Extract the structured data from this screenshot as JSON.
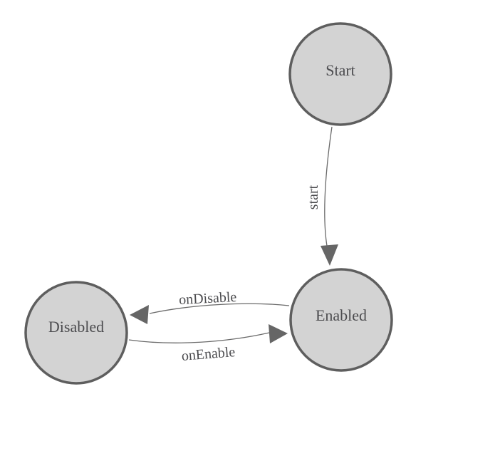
{
  "diagram": {
    "title": "finite-state-machine",
    "nodes": [
      {
        "id": "start",
        "label": "Start"
      },
      {
        "id": "enabled",
        "label": "Enabled"
      },
      {
        "id": "disabled",
        "label": "Disabled"
      }
    ],
    "edges": [
      {
        "from": "start",
        "to": "enabled",
        "label": "start"
      },
      {
        "from": "enabled",
        "to": "disabled",
        "label": "onDisable"
      },
      {
        "from": "disabled",
        "to": "enabled",
        "label": "onEnable"
      }
    ]
  },
  "colors": {
    "background": "#ffffff",
    "node_fill": "#d3d3d3",
    "node_stroke": "#5e5e5e",
    "edge_color": "#666666",
    "text_color": "#4c4c4f"
  }
}
